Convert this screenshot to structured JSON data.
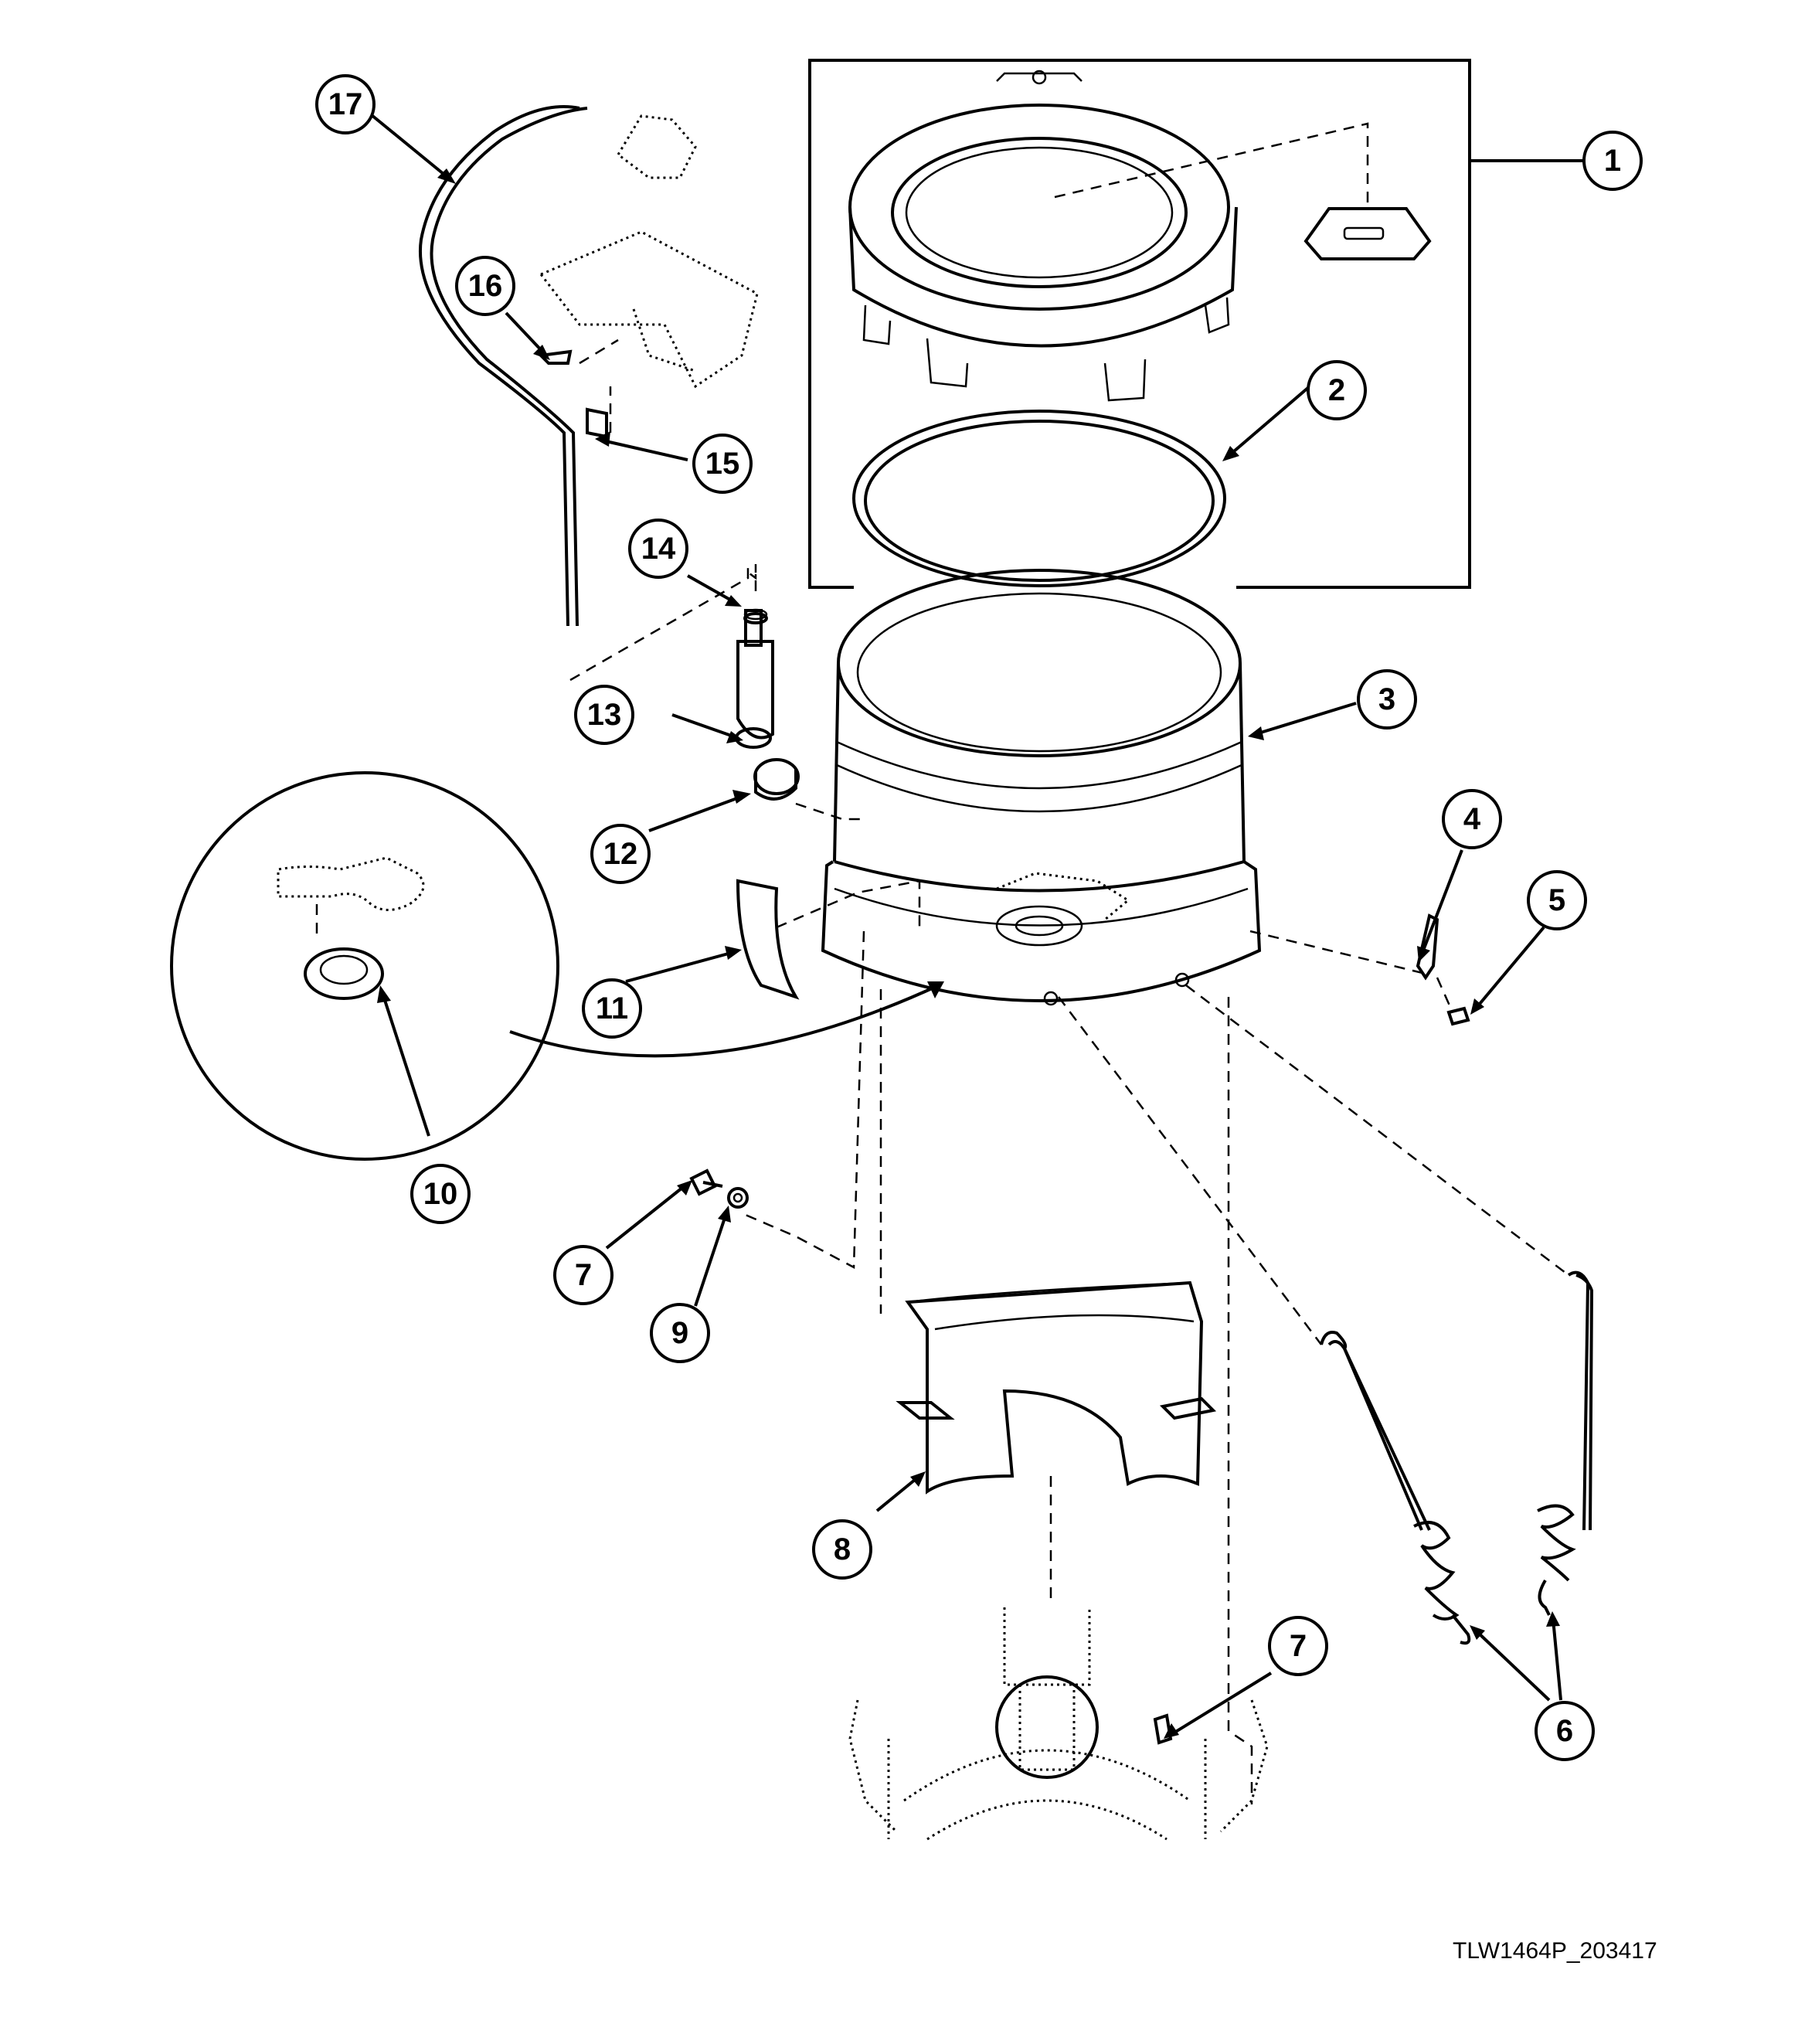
{
  "callouts": [
    {
      "id": "c1",
      "label": "1"
    },
    {
      "id": "c2",
      "label": "2"
    },
    {
      "id": "c3",
      "label": "3"
    },
    {
      "id": "c4",
      "label": "4"
    },
    {
      "id": "c5",
      "label": "5"
    },
    {
      "id": "c6",
      "label": "6"
    },
    {
      "id": "c7a",
      "label": "7"
    },
    {
      "id": "c7b",
      "label": "7"
    },
    {
      "id": "c8",
      "label": "8"
    },
    {
      "id": "c9",
      "label": "9"
    },
    {
      "id": "c10",
      "label": "10"
    },
    {
      "id": "c11",
      "label": "11"
    },
    {
      "id": "c12",
      "label": "12"
    },
    {
      "id": "c13",
      "label": "13"
    },
    {
      "id": "c14",
      "label": "14"
    },
    {
      "id": "c15",
      "label": "15"
    },
    {
      "id": "c16",
      "label": "16"
    },
    {
      "id": "c17",
      "label": "17"
    }
  ],
  "drawing_code": "TLW1464P_203417"
}
